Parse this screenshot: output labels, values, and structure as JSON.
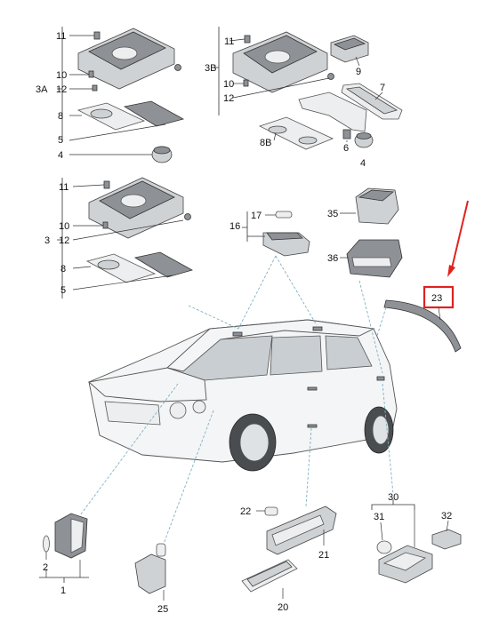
{
  "labels": {
    "l11a": "11",
    "l10a": "10",
    "l12a": "12",
    "l3A": "3A",
    "l8a": "8",
    "l5a": "5",
    "l4a": "4",
    "l11b": "11",
    "l3B": "3B",
    "l10b": "10",
    "l12b": "12",
    "l9": "9",
    "l7": "7",
    "l8B": "8B",
    "l6": "6",
    "l4b": "4",
    "l11c": "11",
    "l10c": "10",
    "l3": "3",
    "l12c": "12",
    "l8c": "8",
    "l5c": "5",
    "l17": "17",
    "l16": "16",
    "l35": "35",
    "l36": "36",
    "l23": "23",
    "l2": "2",
    "l1": "1",
    "l25": "25",
    "l22": "22",
    "l21": "21",
    "l20": "20",
    "l30": "30",
    "l31": "31",
    "l32": "32"
  },
  "colors": {
    "highlight_box": "#e0221f",
    "arrow": "#e0221f",
    "dashed_leader": "#7fb1c4"
  }
}
